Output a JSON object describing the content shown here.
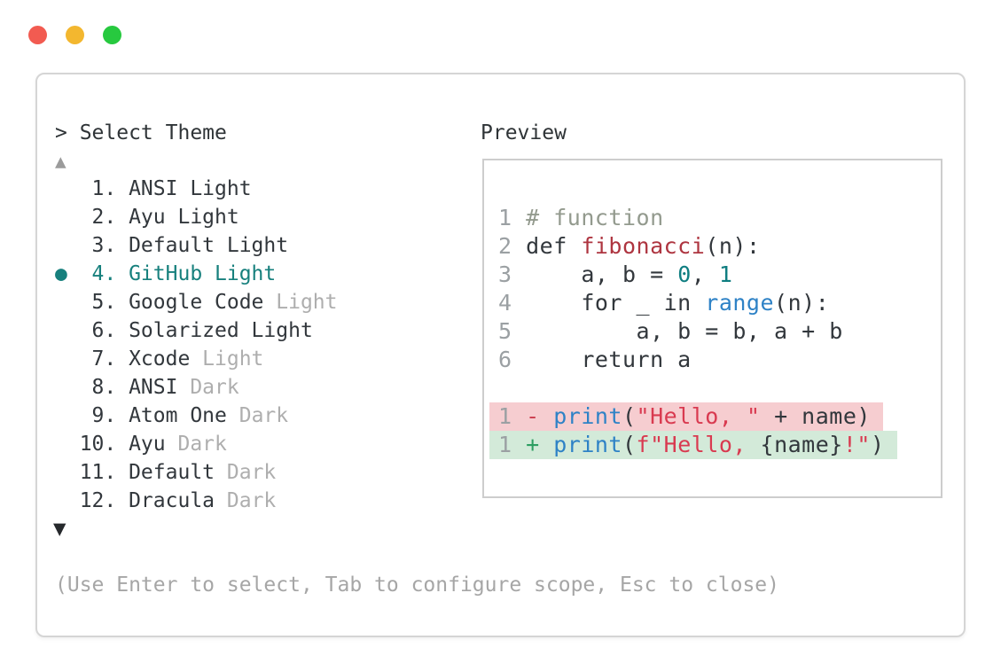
{
  "window": {
    "traffic_lights": [
      {
        "name": "close-button",
        "color": "#f25b51"
      },
      {
        "name": "minimize-button",
        "color": "#f3b72f"
      },
      {
        "name": "zoom-button",
        "color": "#27c93f"
      }
    ]
  },
  "theme_selector": {
    "prompt": "> Select Theme",
    "scroll_up": "▲",
    "scroll_down": "▼",
    "selected_bullet": "●",
    "items": [
      {
        "name": "ansi-light",
        "selected": false,
        "tokens": [
          {
            "t": "   1. ANSI Light",
            "c": "text"
          }
        ]
      },
      {
        "name": "ayu-light",
        "selected": false,
        "tokens": [
          {
            "t": "   2. Ayu Light",
            "c": "text"
          }
        ]
      },
      {
        "name": "default-light",
        "selected": false,
        "tokens": [
          {
            "t": "   3. Default Light",
            "c": "text"
          }
        ]
      },
      {
        "name": "github-light",
        "selected": true,
        "tokens": [
          {
            "t": "●  4. GitHub Light",
            "c": "selected"
          }
        ]
      },
      {
        "name": "google-code-light",
        "selected": false,
        "tokens": [
          {
            "t": "   5. Google Code ",
            "c": "text"
          },
          {
            "t": "Light",
            "c": "muted"
          }
        ]
      },
      {
        "name": "solarized-light",
        "selected": false,
        "tokens": [
          {
            "t": "   6. Solarized Light",
            "c": "text"
          }
        ]
      },
      {
        "name": "xcode-light",
        "selected": false,
        "tokens": [
          {
            "t": "   7. Xcode ",
            "c": "text"
          },
          {
            "t": "Light",
            "c": "muted"
          }
        ]
      },
      {
        "name": "ansi-dark",
        "selected": false,
        "tokens": [
          {
            "t": "   8. ANSI ",
            "c": "text"
          },
          {
            "t": "Dark",
            "c": "muted"
          }
        ]
      },
      {
        "name": "atom-one-dark",
        "selected": false,
        "tokens": [
          {
            "t": "   9. Atom One ",
            "c": "text"
          },
          {
            "t": "Dark",
            "c": "muted"
          }
        ]
      },
      {
        "name": "ayu-dark",
        "selected": false,
        "tokens": [
          {
            "t": "  10. Ayu ",
            "c": "text"
          },
          {
            "t": "Dark",
            "c": "muted"
          }
        ]
      },
      {
        "name": "default-dark",
        "selected": false,
        "tokens": [
          {
            "t": "  11. Default ",
            "c": "text"
          },
          {
            "t": "Dark",
            "c": "muted"
          }
        ]
      },
      {
        "name": "dracula-dark",
        "selected": false,
        "tokens": [
          {
            "t": "  12. Dracula ",
            "c": "text"
          },
          {
            "t": "Dark",
            "c": "muted"
          }
        ]
      }
    ]
  },
  "preview": {
    "label": "Preview",
    "code_lines": [
      {
        "num": "1",
        "tokens": [
          {
            "t": "# function",
            "c": "comment"
          }
        ]
      },
      {
        "num": "2",
        "tokens": [
          {
            "t": "def ",
            "c": "text"
          },
          {
            "t": "fibonacci",
            "c": "function"
          },
          {
            "t": "(n):",
            "c": "text"
          }
        ]
      },
      {
        "num": "3",
        "tokens": [
          {
            "t": "    a, b = ",
            "c": "text"
          },
          {
            "t": "0",
            "c": "number"
          },
          {
            "t": ", ",
            "c": "text"
          },
          {
            "t": "1",
            "c": "number"
          }
        ]
      },
      {
        "num": "4",
        "tokens": [
          {
            "t": "    for _ in ",
            "c": "text"
          },
          {
            "t": "range",
            "c": "builtin"
          },
          {
            "t": "(n):",
            "c": "text"
          }
        ]
      },
      {
        "num": "5",
        "tokens": [
          {
            "t": "        a, b = b, a + b",
            "c": "text"
          }
        ]
      },
      {
        "num": "6",
        "tokens": [
          {
            "t": "    return a",
            "c": "text"
          }
        ]
      }
    ],
    "diff_lines": [
      {
        "num": "1",
        "sign": "-",
        "kind": "removed",
        "tokens": [
          {
            "t": "print",
            "c": "builtin"
          },
          {
            "t": "(",
            "c": "text"
          },
          {
            "t": "\"Hello, \"",
            "c": "string"
          },
          {
            "t": " + name)",
            "c": "text"
          }
        ]
      },
      {
        "num": "1",
        "sign": "+",
        "kind": "added",
        "tokens": [
          {
            "t": "print",
            "c": "builtin"
          },
          {
            "t": "(",
            "c": "text"
          },
          {
            "t": "f\"Hello, ",
            "c": "string"
          },
          {
            "t": "{name}",
            "c": "text"
          },
          {
            "t": "!\"",
            "c": "string"
          },
          {
            "t": ")",
            "c": "text"
          }
        ]
      }
    ]
  },
  "help": {
    "text": "(Use Enter to select, Tab to configure scope, Esc to close)"
  },
  "palette": {
    "traffic_red": "#f25b51",
    "traffic_yellow": "#f3b72f",
    "traffic_green": "#27c93f",
    "panel_border": "#d5d5d5",
    "preview_border": "#cdcdcd",
    "ui_text": "#2f3437",
    "muted": "#aeaeae",
    "selected_teal": "#17807d",
    "help_text": "#a6a6a6",
    "scroll_up_color": "#9b9b9b",
    "scroll_down_color": "#26292c",
    "line_number": "#9ba0a3",
    "code_text": "#32373c",
    "comment": "#939a8e",
    "function_name": "#ae3540",
    "builtin_blue": "#2e82c6",
    "number_teal": "#0f7e81",
    "string_red": "#d93a50",
    "diff_minus": "#cc4252",
    "diff_plus": "#2d9e62",
    "diff_removed_bg": "#f6cdd0",
    "diff_added_bg": "#d3ead9"
  }
}
